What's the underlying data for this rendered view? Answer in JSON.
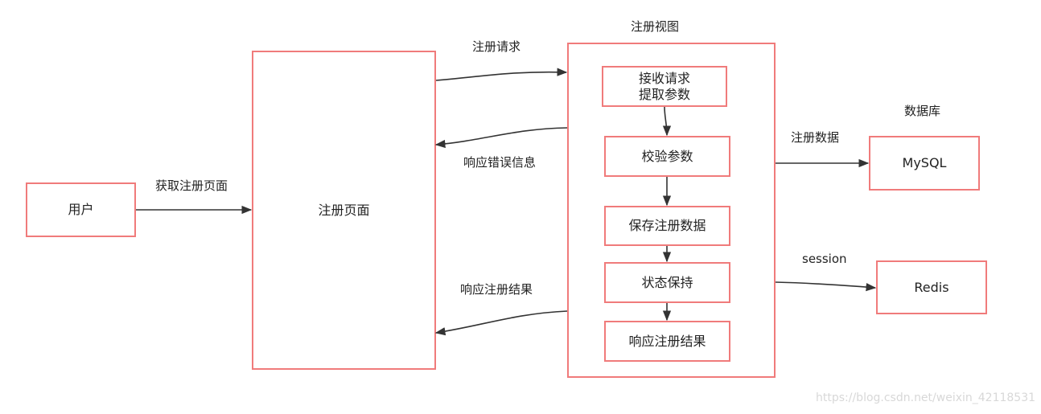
{
  "nodes": {
    "user": "用户",
    "reg_page": "注册页面",
    "view_title": "注册视图",
    "step1_line1": "接收请求",
    "step1_line2": "提取参数",
    "step2": "校验参数",
    "step3": "保存注册数据",
    "step4": "状态保持",
    "step5": "响应注册结果",
    "db_title": "数据库",
    "mysql": "MySQL",
    "redis": "Redis"
  },
  "edges": {
    "get_page": "获取注册页面",
    "reg_request": "注册请求",
    "resp_error": "响应错误信息",
    "resp_result": "响应注册结果",
    "reg_data": "注册数据",
    "session": "session"
  },
  "watermark": "https://blog.csdn.net/weixin_42118531",
  "colors": {
    "box_border": "#f07b7b",
    "arrow": "#333333"
  }
}
